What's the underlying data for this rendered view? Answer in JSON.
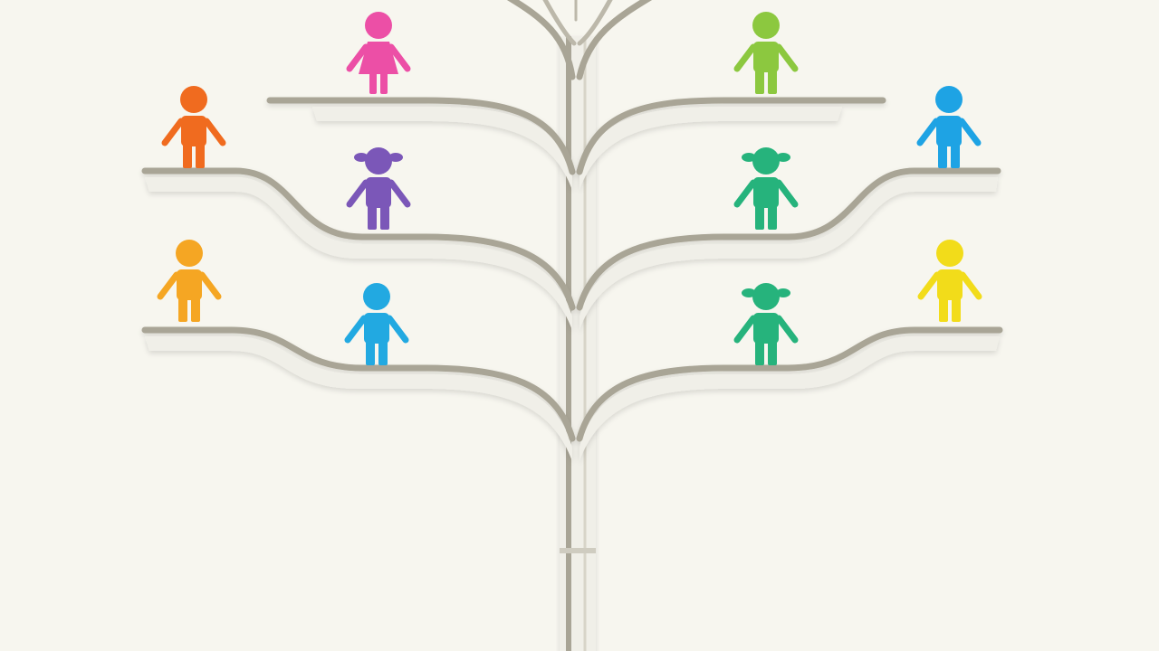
{
  "background": "#f7f6ef",
  "palette": {
    "branch_shadow": "#ffffff",
    "branch_stroke": "#a9a596",
    "shelf_fill": "#f0efe8"
  },
  "figures": [
    {
      "id": "top-left",
      "type": "girl-dress",
      "color": "#ec4fa6"
    },
    {
      "id": "top-right",
      "type": "person",
      "color": "#8cc83f"
    },
    {
      "id": "upper-far-left",
      "type": "person",
      "color": "#f06b1f"
    },
    {
      "id": "upper-inner-left",
      "type": "girl-pigtails",
      "color": "#7b57b8"
    },
    {
      "id": "upper-inner-right",
      "type": "girl-pigtails",
      "color": "#26b37c"
    },
    {
      "id": "upper-far-right",
      "type": "person",
      "color": "#1ea3e4"
    },
    {
      "id": "lower-far-left",
      "type": "person",
      "color": "#f5a623"
    },
    {
      "id": "lower-inner-left",
      "type": "person",
      "color": "#22a9e1"
    },
    {
      "id": "lower-inner-right",
      "type": "girl-pigtails",
      "color": "#26b37c"
    },
    {
      "id": "lower-far-right",
      "type": "person",
      "color": "#f2dc1a"
    }
  ]
}
